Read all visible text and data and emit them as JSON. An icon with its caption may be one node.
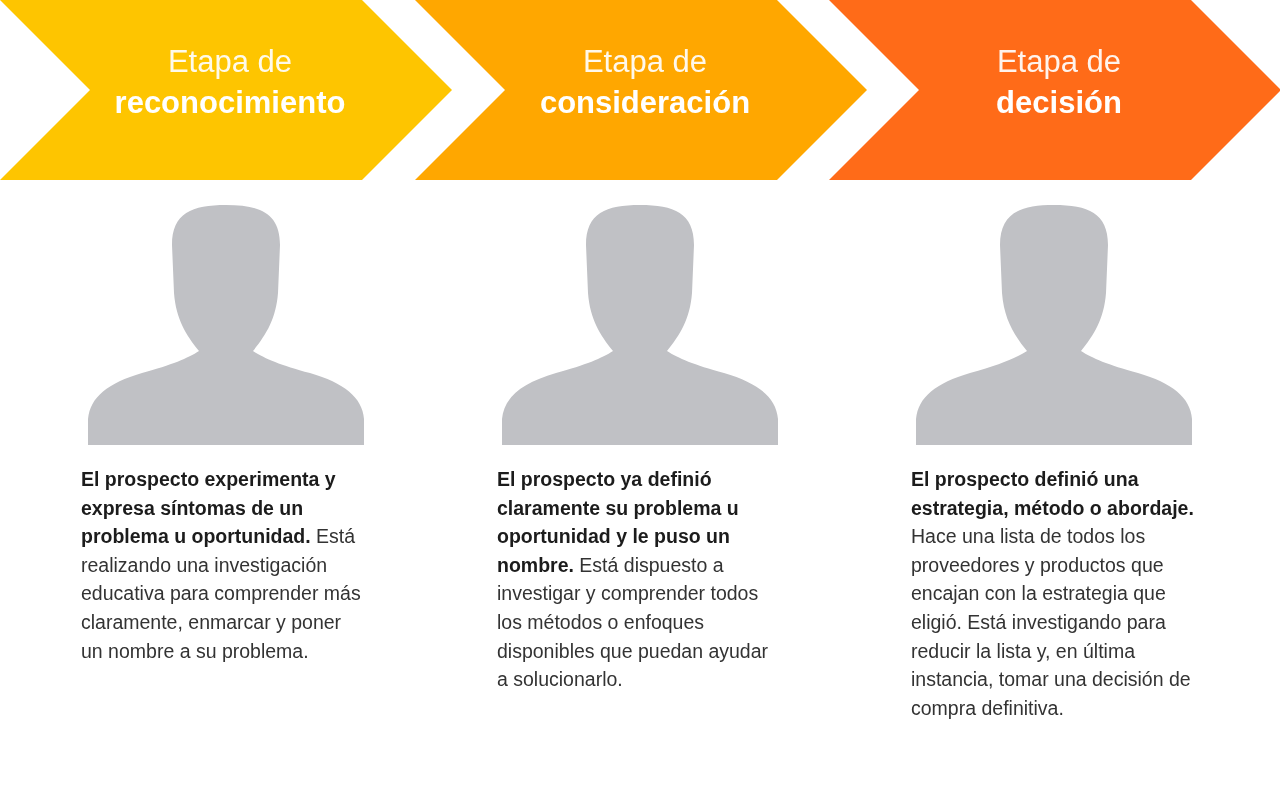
{
  "diagram": {
    "nodes": [
      {
        "text": [
          "Etapa de",
          "reconocimiento"
        ]
      },
      {
        "text": [
          "Etapa de",
          "consideración"
        ]
      },
      {
        "text": [
          "Etapa de",
          "decisión"
        ]
      },
      {
        "text": [],
        "shape": "person",
        "beside": [
          "**El prospecto experimenta y expresa síntomas de un problema u oportunidad.** Está realizando una investigación educativa para comprender más claramente, enmarcar y poner un nombre a su problema."
        ]
      },
      {
        "text": [],
        "shape": "person",
        "beside": [
          "**El prospecto ya definió claramente su problema u oportunidad y le puso un nombre.** Está dispuesto a investigar y comprender todos los métodos o enfoques disponibles que puedan ayudar a solucionarlo."
        ]
      },
      {
        "text": [],
        "shape": "person",
        "beside": [
          "**El prospecto definió una estrategia, método o abordaje.** Hace una lista de todos los proveedores y productos que encajan con la estrategia que eligió. Está investigando para reducir la lista y, en última instancia, tomar una decisión de compra definitiva."
        ]
      }
    ]
  }
}
